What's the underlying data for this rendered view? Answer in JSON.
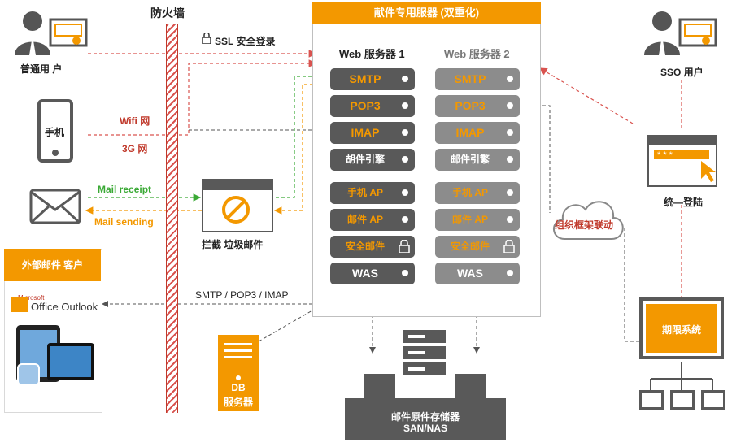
{
  "firewall": {
    "label": "防火墙"
  },
  "users": {
    "normal_user": "普通用 户",
    "sso_user": "SSO 用户",
    "mobile": "手机",
    "wifi": "Wifi 网",
    "g3": "3G 网",
    "ssl": "SSL 安全登录"
  },
  "mail": {
    "receipt": "Mail receipt",
    "sending": "Mail sending",
    "spam_filter": "拦截 垃圾邮件"
  },
  "panel": {
    "title": "献件专用服器 (双重化)",
    "col1_title": "Web 服务器 1",
    "col2_title": "Web 服务器 2",
    "col1_group1": [
      "SMTP",
      "POP3",
      "IMAP",
      "胡件引擎"
    ],
    "col2_group1": [
      "SMTP",
      "POP3",
      "IMAP",
      "邮件引繁"
    ],
    "col1_group2": [
      "手机 AP",
      "邮件 AP",
      "安全邮件",
      "WAS"
    ],
    "col2_group2": [
      "手机 AP",
      "邮件 AP",
      "安全邮件",
      "WAS"
    ]
  },
  "external": {
    "title": "外部邮件 客户",
    "outlook_small": "Microsoft",
    "outlook": "Office Outlook",
    "protocols": "SMTP / POP3 / IMAP"
  },
  "db": {
    "line1": "DB",
    "line2": "服务器"
  },
  "storage": {
    "line1": "邮件原件存储器",
    "line2": "SAN/NAS"
  },
  "cloud": {
    "label": "组织框架联动"
  },
  "sso": {
    "label": "统—登陆",
    "stars": "* * *"
  },
  "term": {
    "label": "期限系统"
  },
  "colors": {
    "orange": "#f39800",
    "dark": "#595959",
    "gray": "#8c8c8c",
    "red": "#d9534f",
    "green": "#3aa935"
  }
}
